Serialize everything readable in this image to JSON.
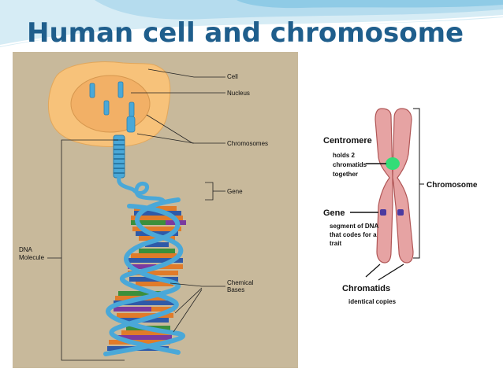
{
  "slide": {
    "title": "Human cell and chromosome"
  },
  "left_figure": {
    "labels": {
      "cell": "Cell",
      "nucleus": "Nucleus",
      "chromosomes": "Chromosomes",
      "gene": "Gene",
      "dna_line1": "DNA",
      "dna_line2": "Molecule",
      "bases_line1": "Chemical",
      "bases_line2": "Bases"
    }
  },
  "right_figure": {
    "labels": {
      "centromere": "Centromere",
      "centromere_desc1": "holds 2",
      "centromere_desc2": "chromatids",
      "centromere_desc3": "together",
      "chromosome": "Chromosome",
      "gene": "Gene",
      "gene_desc1": "segment of DNA",
      "gene_desc2": "that codes for a",
      "gene_desc3": "trait",
      "chromatids": "Chromatids",
      "chromatids_desc": "identical copies"
    }
  },
  "colors": {
    "title": "#1f5e8c",
    "figure_bg": "#c8b99b",
    "cell": "#f7c27a",
    "chromosome_blue": "#4aa8d8",
    "chromatid_pink": "#e6a3a3",
    "centromere_green": "#33dd77",
    "gene_band": "#4a3aa0"
  }
}
